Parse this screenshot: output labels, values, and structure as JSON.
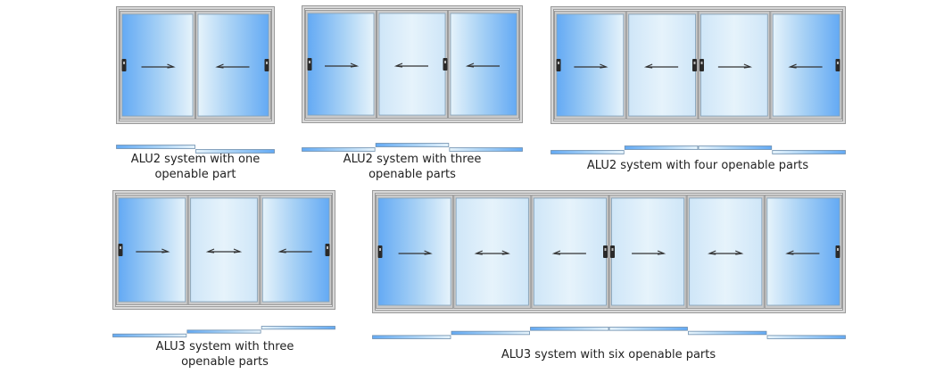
{
  "colors": {
    "frame": "#9a9a9a",
    "frame_fill": "#d9d9d9",
    "glass_dark": "#64aaf4",
    "glass_light": "#e6f3fb",
    "arrow": "#333333",
    "handle": "#2a2a2a"
  },
  "diagrams": [
    {
      "id": "alu2-one",
      "caption": [
        "ALU2 system with one",
        "openable part"
      ],
      "panels": [
        {
          "shade": "left-dark",
          "arrow": "right"
        },
        {
          "shade": "right-dark",
          "arrow": "left"
        }
      ],
      "handles": [
        "left",
        "right"
      ],
      "tracks": 2
    },
    {
      "id": "alu2-three",
      "caption": [
        "ALU2 system with three",
        "openable parts"
      ],
      "panels": [
        {
          "shade": "left-dark",
          "arrow": "right"
        },
        {
          "shade": "light",
          "arrow": "left"
        },
        {
          "shade": "right-dark",
          "arrow": "left"
        }
      ],
      "handles": [
        "left",
        "inner-right"
      ],
      "tracks": 2
    },
    {
      "id": "alu2-four",
      "caption": [
        "ALU2 system with four openable parts"
      ],
      "panels": [
        {
          "shade": "left-dark",
          "arrow": "right"
        },
        {
          "shade": "light",
          "arrow": "left"
        },
        {
          "shade": "light",
          "arrow": "right"
        },
        {
          "shade": "right-dark",
          "arrow": "left"
        }
      ],
      "handles": [
        "left",
        "center",
        "right"
      ],
      "tracks": 2
    },
    {
      "id": "alu3-three",
      "caption": [
        "ALU3 system with three",
        "openable parts"
      ],
      "panels": [
        {
          "shade": "left-dark",
          "arrow": "right"
        },
        {
          "shade": "light",
          "arrow": "both"
        },
        {
          "shade": "right-dark",
          "arrow": "left"
        }
      ],
      "handles": [
        "left",
        "right"
      ],
      "tracks": 3
    },
    {
      "id": "alu3-six",
      "caption": [
        "ALU3 system with six openable parts"
      ],
      "panels": [
        {
          "shade": "left-dark",
          "arrow": "right"
        },
        {
          "shade": "light",
          "arrow": "both"
        },
        {
          "shade": "light",
          "arrow": "left"
        },
        {
          "shade": "light",
          "arrow": "right"
        },
        {
          "shade": "light",
          "arrow": "both"
        },
        {
          "shade": "right-dark",
          "arrow": "left"
        }
      ],
      "handles": [
        "left",
        "center",
        "right"
      ],
      "tracks": 3
    }
  ]
}
